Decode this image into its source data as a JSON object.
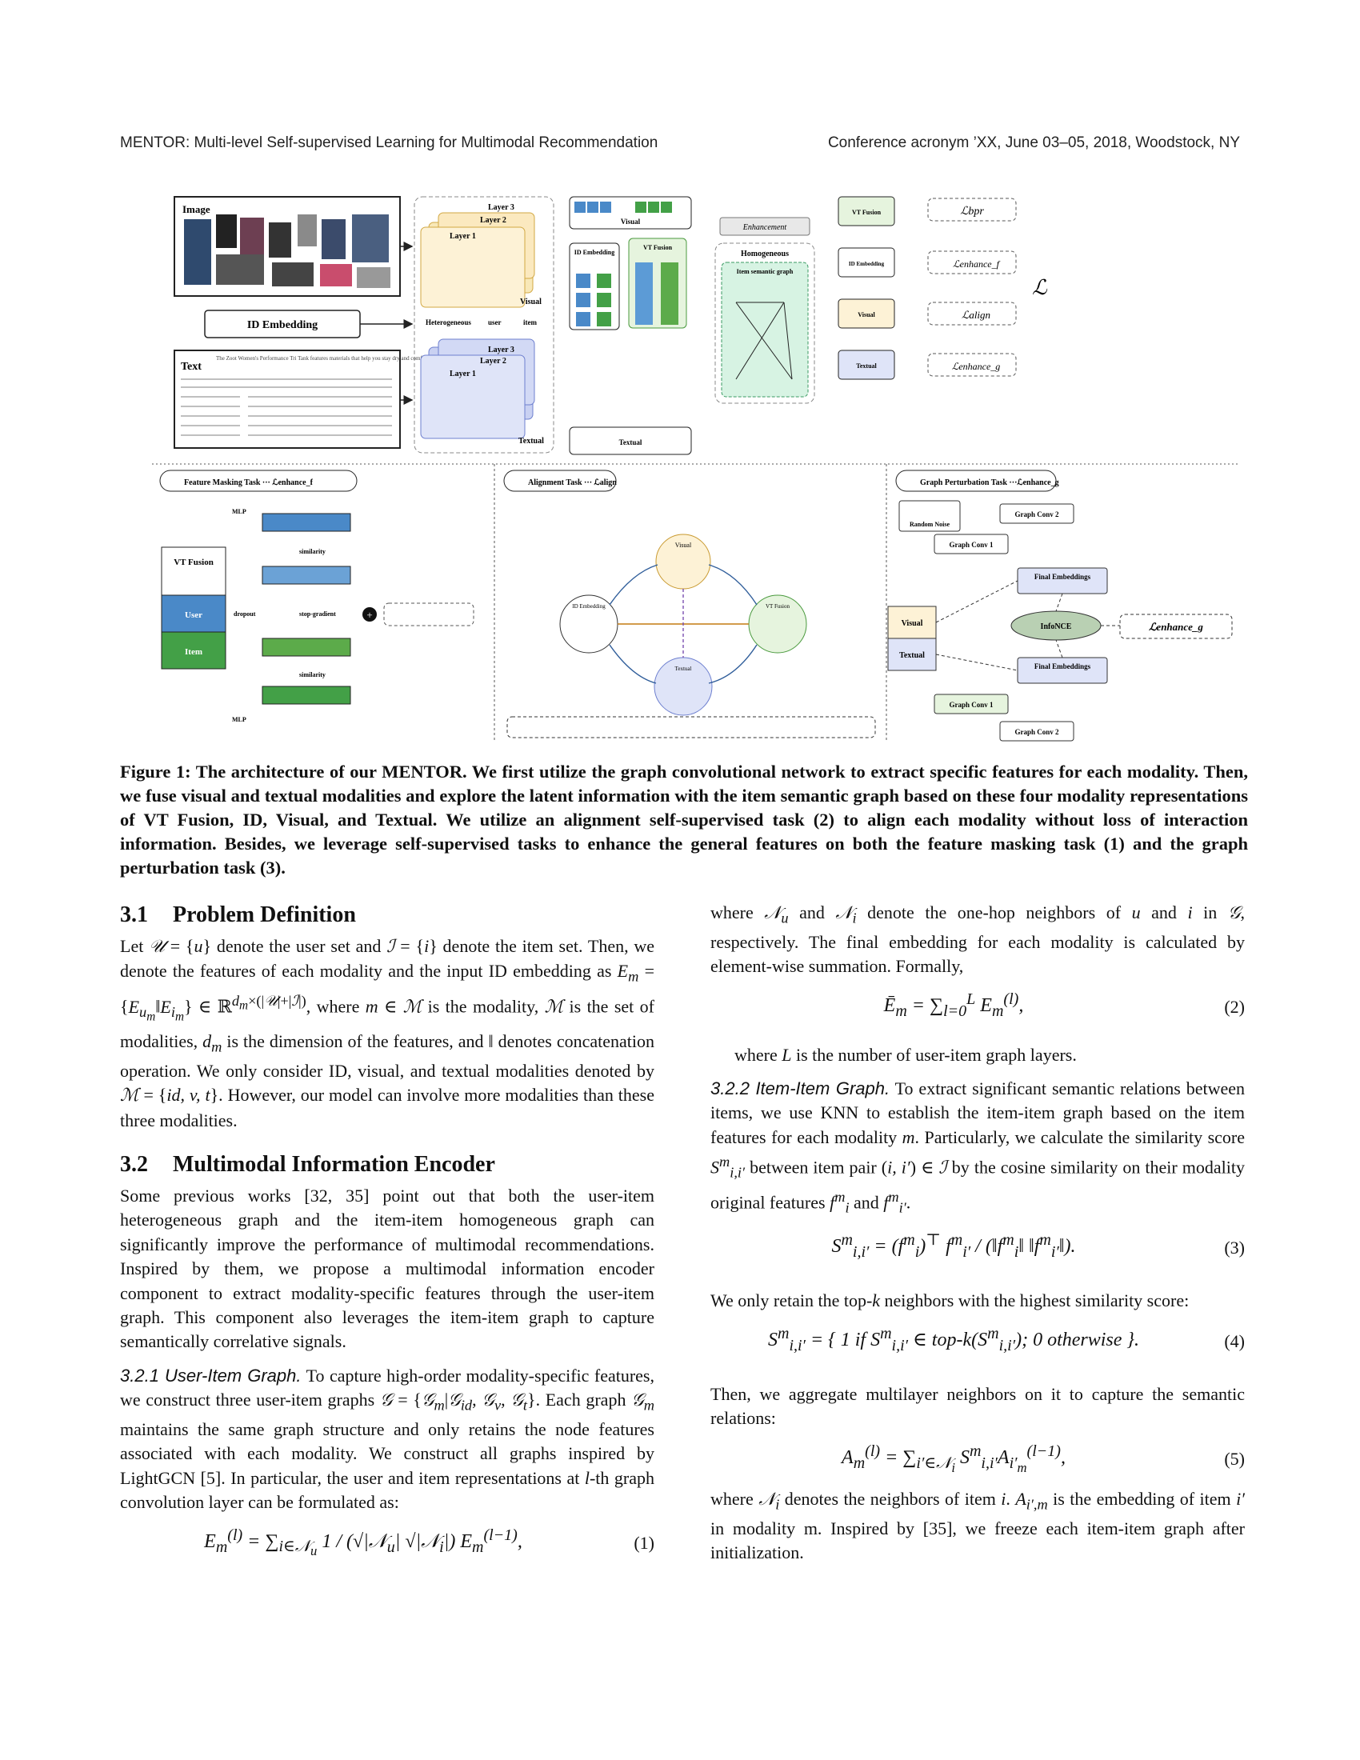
{
  "header": {
    "left": "MENTOR: Multi-level Self-supervised Learning for Multimodal Recommendation",
    "right": "Conference acronym ’XX, June 03–05, 2018, Woodstock, NY"
  },
  "figure": {
    "image_label": "Image",
    "text_label": "Text",
    "id_embedding": "ID Embedding",
    "heterogeneous": "Heterogeneous",
    "user": "user",
    "item": "item",
    "layers": [
      "Layer 3",
      "Layer 2",
      "Layer 1"
    ],
    "visual": "Visual",
    "textual": "Textual",
    "id_embed_box": "ID Embedding",
    "vt_fusion": "VT Fusion",
    "enhancement": "Enhancement",
    "homogeneous": "Homogeneous",
    "item_semantic_graph": "Item semantic graph",
    "loss_bpr": "ℒbpr",
    "loss_enhance_f": "ℒenhance_f",
    "loss_align": "ℒalign",
    "loss_enhance_g": "ℒenhance_g",
    "loss_total": "ℒ",
    "task1": "Feature Masking Task ··· ℒenhance_f",
    "task2": "Alignment Task ··· ℒalign",
    "task3": "Graph Perturbation Task ···ℒenhance_g",
    "mlp": "MLP",
    "similarity": "similarity",
    "dropout": "dropout",
    "stop_gradient": "stop-gradient",
    "user_block": "User",
    "item_block": "Item",
    "random_noise": "Random Noise",
    "graph_conv_1": "Graph Conv 1",
    "graph_conv_2": "Graph Conv 2",
    "final_embeddings": "Final Embeddings",
    "infonce": "InfoNCE",
    "text_snippet": "The Zoot Women's Performance Tri Tank features materials that help you stay dry and comfortable throughout any distance..."
  },
  "caption": "Figure 1: The architecture of our MENTOR. We first utilize the graph convolutional network to extract specific features for each modality. Then, we fuse visual and textual modalities and explore the latent information with the item semantic graph based on these four modality representations of VT Fusion, ID, Visual, and Textual. We utilize an alignment self-supervised task (2) to align each modality without loss of interaction information. Besides, we leverage self-supervised tasks to enhance the general features on both the feature masking task (1) and the graph perturbation task (3).",
  "left": {
    "s31_num": "3.1",
    "s31_title": "Problem Definition",
    "s32_num": "3.2",
    "s32_title": "Multimodal Information Encoder",
    "p32": "Some previous works [32, 35] point out that both the user-item heterogeneous graph and the item-item homogeneous graph can significantly improve the performance of multimodal recommendations. Inspired by them, we propose a multimodal information encoder component to extract modality-specific features through the user-item graph. This component also leverages the item-item graph to capture semantically correlative signals.",
    "s321": "3.2.1 User-Item Graph.",
    "eq1_no": "(1)"
  },
  "right": {
    "eq2_no": "(2)",
    "eq3_no": "(3)",
    "eq4_no": "(4)",
    "eq5_no": "(5)",
    "s322": "3.2.2 Item-Item Graph."
  }
}
